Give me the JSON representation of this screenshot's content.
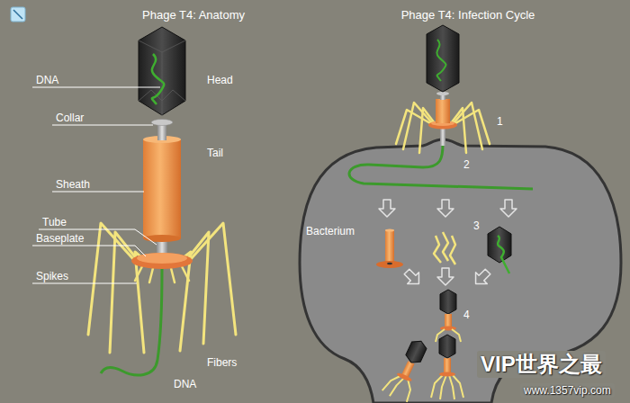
{
  "diagram": {
    "nodes": [
      {
        "text": [
          "Bacterium"
        ]
      }
    ],
    "labels": [
      "Phage T4: Anatomy",
      "Phage T4: Infection Cycle",
      "DNA",
      "Head",
      "Collar",
      "Tail",
      "Sheath",
      "Tube",
      "Baseplate",
      "Spikes",
      "Fibers",
      "DNA",
      "1",
      "2",
      "3",
      "4",
      "VIP世界之最",
      "www.1357vip.com"
    ]
  }
}
